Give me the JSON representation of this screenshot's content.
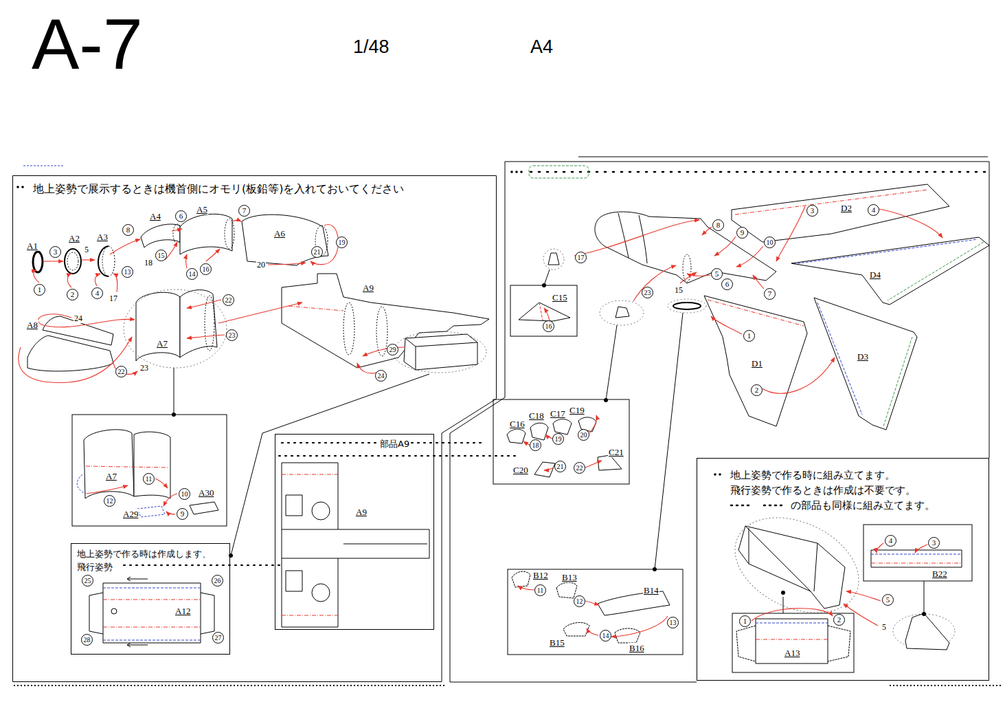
{
  "diagram": {
    "title": "A-7",
    "nodes": [
      {
        "text": [
          "地上姿勢で展示するときは機首側にオモリ(板鉛等)を入れておいてください"
        ]
      },
      {
        "text": [
          "地上姿勢で作る時は作成します、 飛行姿勢"
        ],
        "in": 0
      },
      {
        "text": [
          "部品A9"
        ],
        "in": 0
      },
      {
        "text": [
          "地上姿勢で作る時に組み立てます。 飛行姿勢で作るときは作成は不要です。",
          "の部品も同様に組み立てます。"
        ]
      }
    ],
    "labels": [
      "1/48",
      "A4",
      "A1",
      "A2",
      "A3",
      "A4",
      "A5",
      "A6",
      "A9",
      "A8",
      "A7",
      "1",
      "3",
      "2",
      "5",
      "4",
      "17",
      "8",
      "13",
      "18",
      "15",
      "6",
      "14",
      "16",
      "7",
      "19",
      "21",
      "20",
      "22",
      "23",
      "24",
      "22",
      "23",
      "29",
      "24",
      "A7",
      "11",
      "12",
      "10",
      "A30",
      "A29",
      "9",
      "25",
      "26",
      "A12",
      "28",
      "27",
      "A9",
      "D2",
      "3",
      "4",
      "8",
      "9",
      "10",
      "D4",
      "17",
      "C15",
      "16",
      "23",
      "15",
      "5",
      "6",
      "7",
      "1",
      "D1",
      "D3",
      "2",
      "C16",
      "C18",
      "C17",
      "C19",
      "18",
      "19",
      "20",
      "C21",
      "C20",
      "21",
      "22",
      "B12",
      "B13",
      "11",
      "12",
      "B14",
      "13",
      "14",
      "B15",
      "B16",
      "4",
      "3",
      "B22",
      "1",
      "2",
      "A13",
      "5",
      "5"
    ]
  }
}
